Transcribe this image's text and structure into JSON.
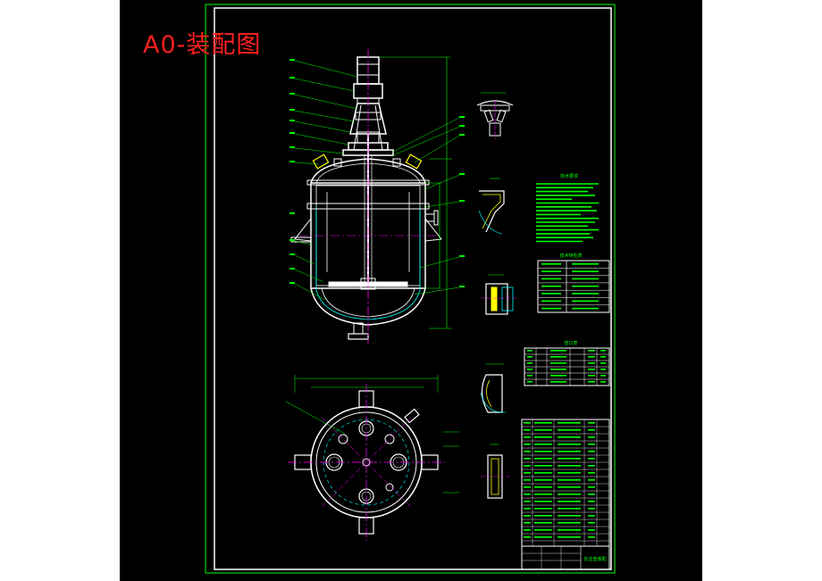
{
  "title": "A0-装配图",
  "colors": {
    "background": "#000000",
    "frame": "#00ff00",
    "outline": "#ffffff",
    "centerline": "#ff00ff",
    "dimension": "#00ff00",
    "title_text": "#ff2020",
    "nozzle": "#ffff00",
    "detail_highlight": "#00ffff"
  },
  "labels": {
    "tech_requirements": "技术要求",
    "tech_characteristics": "技术特性表",
    "nozzle_table": "管口表",
    "drawing_name": "反应釜装配"
  }
}
